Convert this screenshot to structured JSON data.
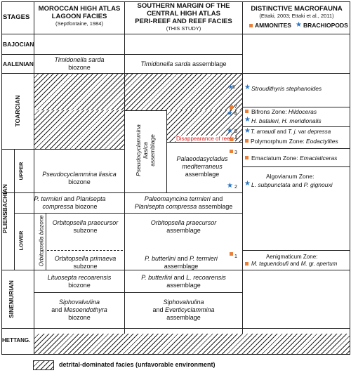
{
  "headers": {
    "stages": "STAGES",
    "col1_line1": "MOROCCAN HIGH ATLAS",
    "col1_line2": "LAGOON FACIES",
    "col1_source": "(Septfontaine, 1984)",
    "col2_line1": "SOUTHERN MARGIN OF THE",
    "col2_line2": "CENTRAL HIGH ATLAS",
    "col2_line3": "PERI-REEF AND REEF FACIES",
    "col2_source": "(THIS STUDY)",
    "col3_line1": "DISTINCTIVE MACROFAUNA",
    "col3_source": "(Ettaki, 2003; Ettaki et al., 2011)",
    "legend_ammonites": "AMMONITES",
    "legend_brachiopods": "BRACHIOPODS"
  },
  "stages": {
    "bajocian": "BAJOCIAN",
    "aalenian": "AALENIAN",
    "toarcian": "TOARCIAN",
    "pliensbachian": "PLIENSBACHIAN",
    "upper": "UPPER",
    "lower": "LOWER",
    "sinemurian": "SINEMURIAN",
    "hettang": "HETTANG."
  },
  "lagoon": {
    "timidonella_1": "Timidonella sarda",
    "timidonella_2": "biozone",
    "pseudo_1": "Pseudocyclammina liasica",
    "pseudo_2": "biozone",
    "ptermieri_1": "P. termieri and Planisepta",
    "ptermieri_2": "compressa biozone",
    "orbito_biozone": "Orbitopsella biozone",
    "praecursor_1": "Orbitopsella praecursor",
    "praecursor_2": "subzone",
    "primaeva_1": "Orbitopsella primaeva",
    "primaeva_2": "subzone",
    "lituosepta_1": "Lituosepta recoarensis",
    "lituosepta_2": "biozone",
    "sipho_1": "Siphovalvulina",
    "sipho_2": "and Mesoendothyra",
    "sipho_3": "biozone"
  },
  "periReef": {
    "timidonella": "Timidonella sarda assemblage",
    "pseudo_1": "Pseudocyclammina",
    "pseudo_2": "liasica",
    "pseudo_3": "assemblage",
    "disappearance": "Disappearance of reefs",
    "palaeo_1": "Palaeodasycladus",
    "palaeo_2": "mediterraneus",
    "palaeo_3": "assemblage",
    "paleomayn_1": "Paleomayncina termieri and",
    "paleomayn_2": "Planisepta compressa assemblage",
    "orbito_1": "Orbitopsella praecursor",
    "orbito_2": "assemblage",
    "butterlini_1": "P. butterlini and P. termieri",
    "butterlini_2": "assemblage",
    "lrecoar_1": "P. butterlini and L. recoarensis",
    "lrecoar_2": "assemblage",
    "sipho_1": "Siphovalvulina",
    "sipho_2": "and Everticyclammina",
    "sipho_3": "assemblage"
  },
  "fauna": {
    "strou": "Stroudithyris stephanoides",
    "bifrons": "Bifrons Zone: Hildoceras",
    "bataleri": "H. bataleri, H. meridionalis",
    "tarnaudi": "T. arnaudi and T. j. var depressa",
    "polymorphum": "Polymorphum Zone: Eodactylites",
    "emaciatum": "Emaciatum Zone: Emaciaticeras",
    "algovianum": "Algovianum Zone:",
    "lsubp": "L. subpunctata and P. gignouxi",
    "aenigma": "Aenigmaticum Zone:",
    "tagu": "M. taguendoufi and M. gr. apertum",
    "nums": [
      "8",
      "7",
      "6",
      "5",
      "4",
      "3",
      "2",
      "1"
    ]
  },
  "legend": {
    "detrital": "detrital-dominated facies (unfavorable environment)"
  },
  "colors": {
    "ammonite": "#e8803a",
    "brachiopod": "#2a74c4",
    "reef_text": "#e02020"
  }
}
